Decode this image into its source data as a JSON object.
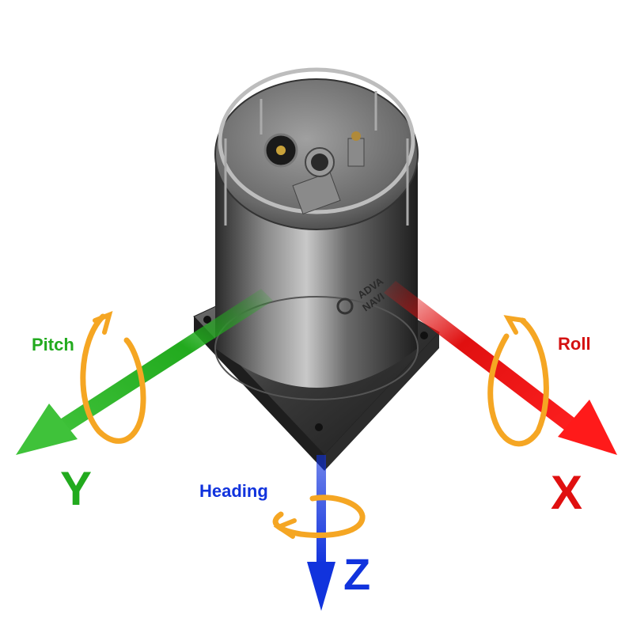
{
  "device": {
    "brand_line1": "ADVA",
    "brand_line2": "NAVI"
  },
  "axes": {
    "x": {
      "letter": "X",
      "rotation": "Roll",
      "color": "#e01010"
    },
    "y": {
      "letter": "Y",
      "rotation": "Pitch",
      "color": "#22aa1e"
    },
    "z": {
      "letter": "Z",
      "rotation": "Heading",
      "color": "#1133dd"
    }
  },
  "colors": {
    "rotation_arrow": "#f5a623",
    "body": "#4a4a4a"
  }
}
